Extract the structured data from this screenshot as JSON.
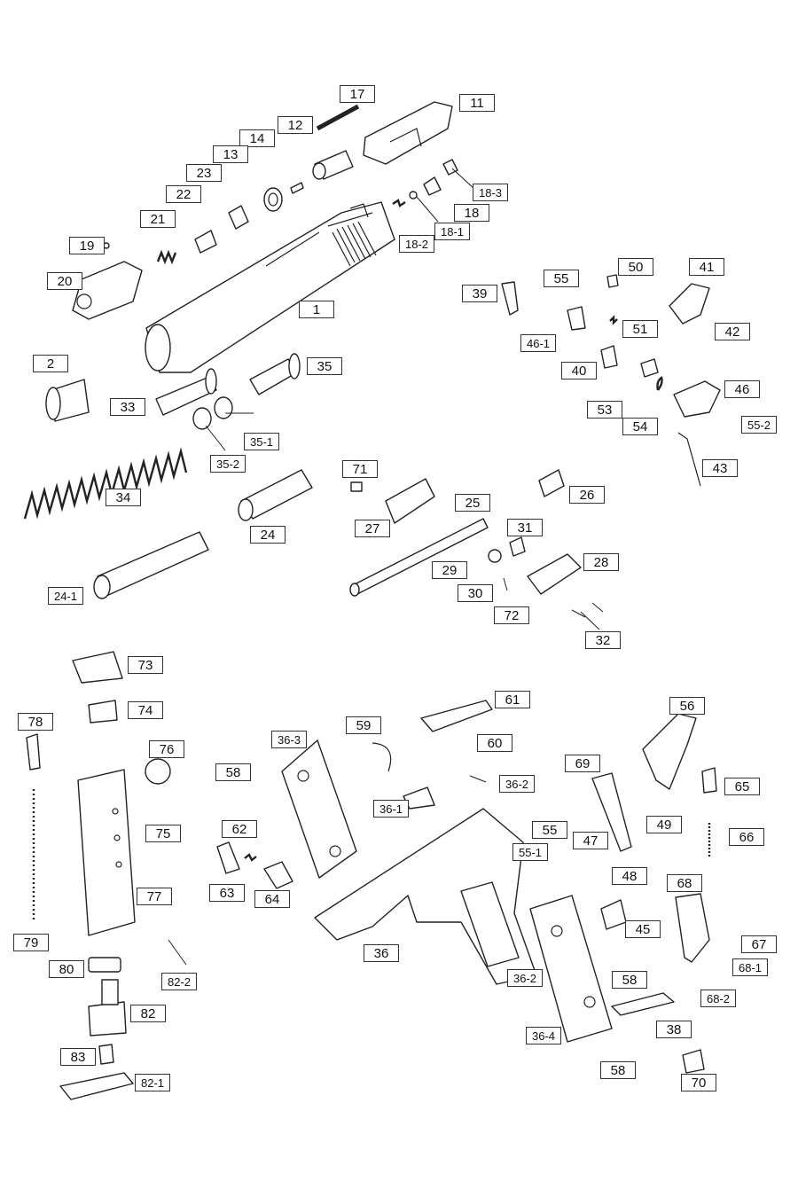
{
  "labels": {
    "p1": "1",
    "p2": "2",
    "p11": "11",
    "p12": "12",
    "p13": "13",
    "p14": "14",
    "p17": "17",
    "p18": "18",
    "p18_1": "18-1",
    "p18_2": "18-2",
    "p18_3": "18-3",
    "p19": "19",
    "p20": "20",
    "p21": "21",
    "p22": "22",
    "p23": "23",
    "p24": "24",
    "p24_1": "24-1",
    "p25": "25",
    "p26": "26",
    "p27": "27",
    "p28": "28",
    "p29": "29",
    "p30": "30",
    "p31": "31",
    "p32": "32",
    "p33": "33",
    "p34": "34",
    "p35": "35",
    "p35_1": "35-1",
    "p35_2": "35-2",
    "p36": "36",
    "p36_1": "36-1",
    "p36_2a": "36-2",
    "p36_2b": "36-2",
    "p36_3": "36-3",
    "p36_4": "36-4",
    "p38": "38",
    "p39": "39",
    "p40": "40",
    "p41": "41",
    "p42": "42",
    "p43": "43",
    "p45": "45",
    "p46": "46",
    "p46_1": "46-1",
    "p47": "47",
    "p48": "48",
    "p49": "49",
    "p50": "50",
    "p51": "51",
    "p53": "53",
    "p54": "54",
    "p55a": "55",
    "p55b": "55",
    "p55_1": "55-1",
    "p55_2": "55-2",
    "p56": "56",
    "p58a": "58",
    "p58b": "58",
    "p58c": "58",
    "p59": "59",
    "p60": "60",
    "p61": "61",
    "p62": "62",
    "p63": "63",
    "p64": "64",
    "p65": "65",
    "p66": "66",
    "p67": "67",
    "p68": "68",
    "p68_1": "68-1",
    "p68_2": "68-2",
    "p69": "69",
    "p70": "70",
    "p71": "71",
    "p72": "72",
    "p73": "73",
    "p74": "74",
    "p75": "75",
    "p76": "76",
    "p77": "77",
    "p78": "78",
    "p79": "79",
    "p80": "80",
    "p82": "82",
    "p82_1": "82-1",
    "p82_2": "82-2",
    "p83": "83"
  },
  "colors": {
    "line": "#222222",
    "label_border_green": "#3a7a3a",
    "label_border_dark": "#333333"
  }
}
